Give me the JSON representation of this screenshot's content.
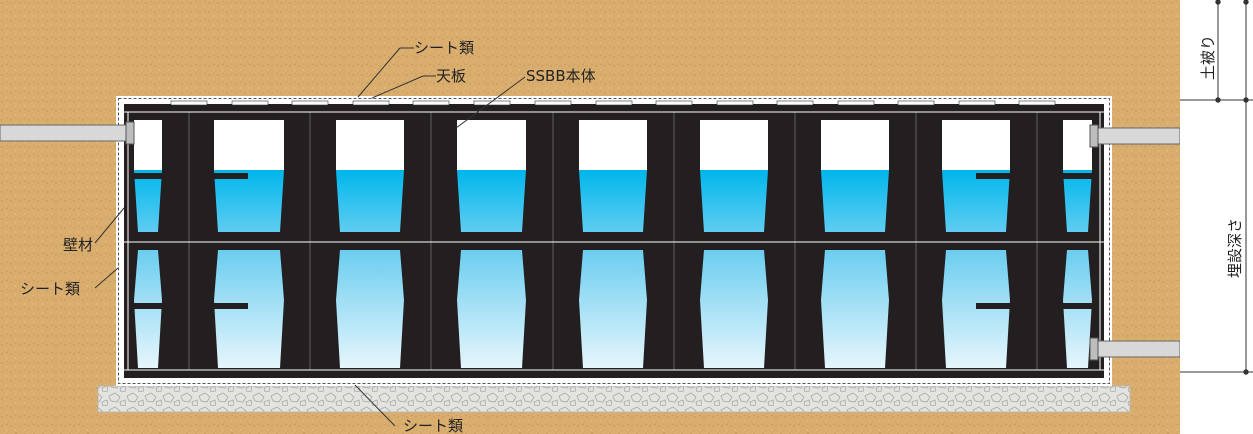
{
  "colors": {
    "soil": "#d9ad6e",
    "block": "#231f20",
    "water_top": "#00b6ec",
    "water_bottom": "#dff2fb",
    "gravel": "#e3e3e0",
    "pipe": "#d8d8d8",
    "line": "#333333"
  },
  "labels": {
    "sheet_top": "シート類",
    "top_plate": "天板",
    "ssbb_body": "SSBB本体",
    "wall": "壁材",
    "sheet_left": "シート類",
    "sheet_bottom": "シート類"
  },
  "dimensions": {
    "cover": "土被り",
    "depth": "埋設深さ"
  },
  "icons": {
    "pipe_left": "pipe-icon",
    "pipe_right_top": "pipe-icon",
    "pipe_right_bottom": "pipe-icon"
  }
}
